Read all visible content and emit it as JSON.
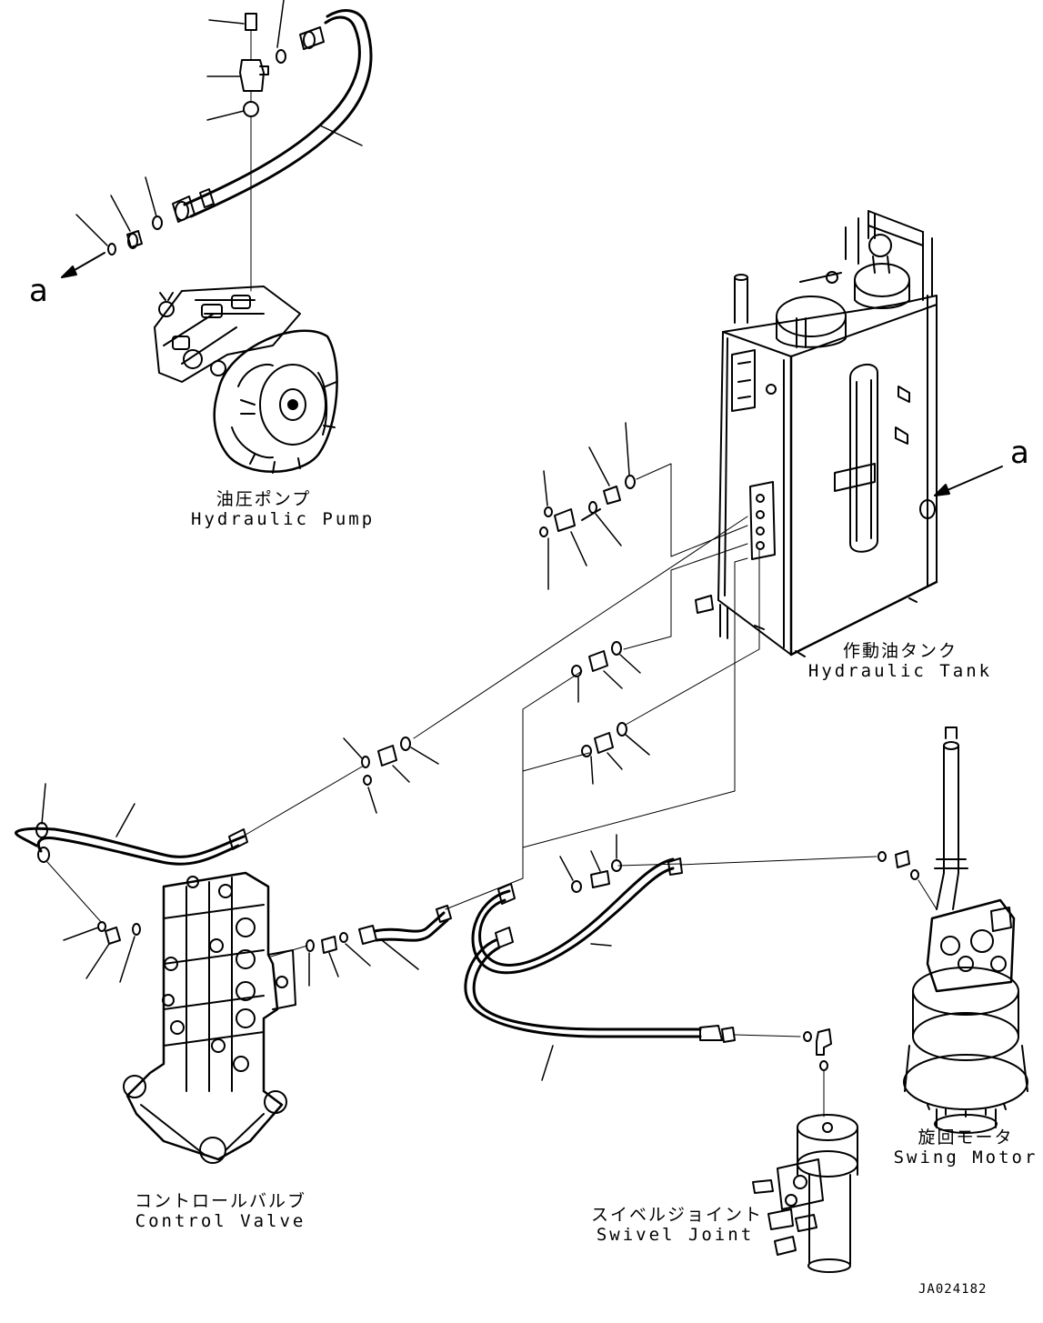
{
  "components": {
    "hydraulic_pump": {
      "label_jp": "油圧ポンプ",
      "label_en": "Hydraulic Pump"
    },
    "hydraulic_tank": {
      "label_jp": "作動油タンク",
      "label_en": "Hydraulic Tank"
    },
    "swing_motor": {
      "label_jp": "旋回モータ",
      "label_en": "Swing Motor"
    },
    "control_valve": {
      "label_jp": "コントロールバルブ",
      "label_en": "Control Valve"
    },
    "swivel_joint": {
      "label_jp": "スイベルジョイント",
      "label_en": "Swivel Joint"
    }
  },
  "callouts": {
    "view_a_left": "a",
    "view_a_right": "a"
  },
  "drawing_code": "JA024182"
}
